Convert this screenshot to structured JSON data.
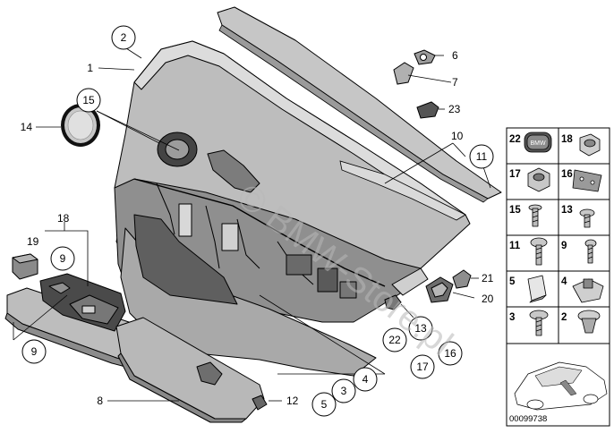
{
  "diagram": {
    "callouts": {
      "c1": "1",
      "c2": "2",
      "c3": "3",
      "c4": "4",
      "c5": "5",
      "c6": "6",
      "c7": "7",
      "c8": "8",
      "c9a": "9",
      "c9b": "9",
      "c10": "10",
      "c11": "11",
      "c12": "12",
      "c13": "13",
      "c14": "14",
      "c15": "15",
      "c16": "16",
      "c17": "17",
      "c18": "18",
      "c19": "19",
      "c20": "20",
      "c21": "21",
      "c22": "22",
      "c23": "23"
    },
    "grid_labels": {
      "g22": "22",
      "g18": "18",
      "g17": "17",
      "g16": "16",
      "g15": "15",
      "g13": "13",
      "g11": "11",
      "g9": "9",
      "g5": "5",
      "g4": "4",
      "g3": "3",
      "g2": "2"
    },
    "badge_text": "BMW",
    "watermark": "© BMW-Store.pl",
    "image_code": "00099738"
  }
}
